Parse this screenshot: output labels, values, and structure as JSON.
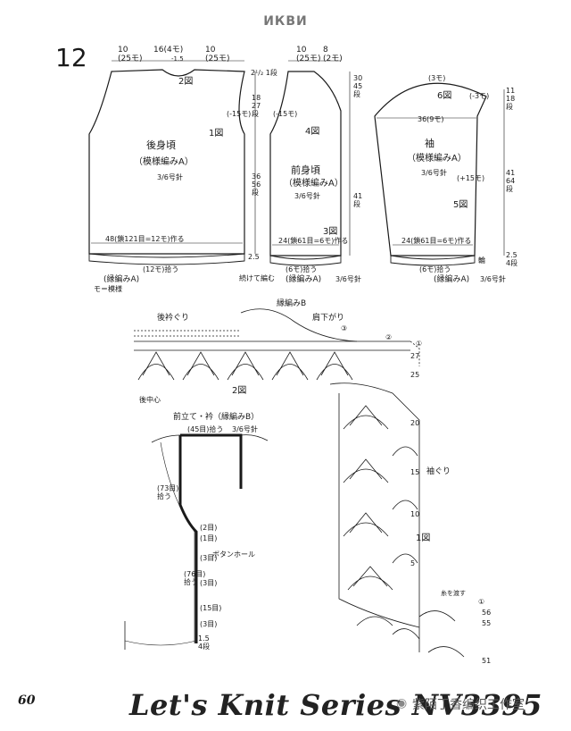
{
  "header": "ИКВИ",
  "pattern_number": "12",
  "page_number": "60",
  "series_title": "Let's Knit Series NV3395",
  "watermark": "紫陌丁香编织工作室",
  "back": {
    "title": "後身頃",
    "subtitle": "（模様編みA）",
    "needle": "3/6号針",
    "top_left": "10\n(25モ)",
    "top_mid": "16(4モ)",
    "top_mid2": "-1.5",
    "top_right": "10\n(25モ)",
    "diagram_2": "2図",
    "diagram_1": "1図",
    "side_dec": "(-15モ)",
    "bottom": "48(鎖121目=12モ)作る",
    "hem_pick": "(12モ)拾う",
    "hem_label": "(縁編みA)",
    "stitch_note": "モ＝模様",
    "right_dims": "2¹/₂ 1段",
    "right_dim_18": "18\n27\n段",
    "right_dim_36": "36\n56\n段",
    "bottom_dim": "2.5",
    "continue_label": "続けて編む"
  },
  "front": {
    "title": "前身頃",
    "subtitle": "（模様編みA）",
    "needle": "3/6号針",
    "top_left": "10\n(25モ)",
    "top_right": "8\n(2モ)",
    "side_dec": "(-15モ)",
    "diagram_4": "4図",
    "diagram_3": "3図",
    "bottom": "24(鎖61目=6モ)作る",
    "hem_pick": "(6モ)拾う",
    "hem_label": "(縁編みA)",
    "hem_needle": "3/6号針",
    "right_dim_30": "30\n45\n段",
    "right_dim_41": "41\n段"
  },
  "sleeve": {
    "title": "袖",
    "subtitle": "（模様編みA）",
    "needle": "3/6号針",
    "top": "(3モ)",
    "diagram_6": "6図",
    "dec_right": "(-3モ)",
    "width": "36(9モ)",
    "inc_side": "(+15モ)",
    "diagram_5": "5図",
    "bottom": "24(鎖61目=6モ)作る",
    "hem_pick": "(6モ)拾う",
    "hem_label": "(縁編みA)",
    "hem_needle": "3/6号針",
    "right_dim_11": "11\n18\n段",
    "right_dim_41": "41\n64\n段",
    "bottom_dim": "2.5\n4段",
    "rib_label": "輪"
  },
  "chart": {
    "back_collar": "後衿ぐり",
    "edge_b": "縁編みB",
    "shoulder": "肩下がり",
    "diagram_2": "2図",
    "center_back": "後中心",
    "sleeve_cap": "袖ぐり",
    "diagram_1": "1図",
    "rows": [
      "①",
      "②",
      "③",
      "27",
      "25",
      "20",
      "15",
      "10",
      "5",
      "①",
      "56",
      "55",
      "51"
    ],
    "join": "糸を渡す"
  },
  "placket": {
    "title": "前立て・衿（縁編みB）",
    "needle": "3/6号針",
    "pick_top": "(45目)拾う",
    "pick_left": "(73目)\n拾う",
    "pick_lower": "(76目)\n拾う",
    "buttonhole": "ボタンホール",
    "row_2": "(2目)",
    "row_1": "(1目)",
    "row_3": "(3目)",
    "row_3b": "(3目)",
    "row_15": "(15目)",
    "row_3c": "(3目)",
    "bottom_dim": "1.5\n4段"
  },
  "colors": {
    "line": "#1a1a1a",
    "paper": "#ffffff",
    "grey": "#777777"
  }
}
